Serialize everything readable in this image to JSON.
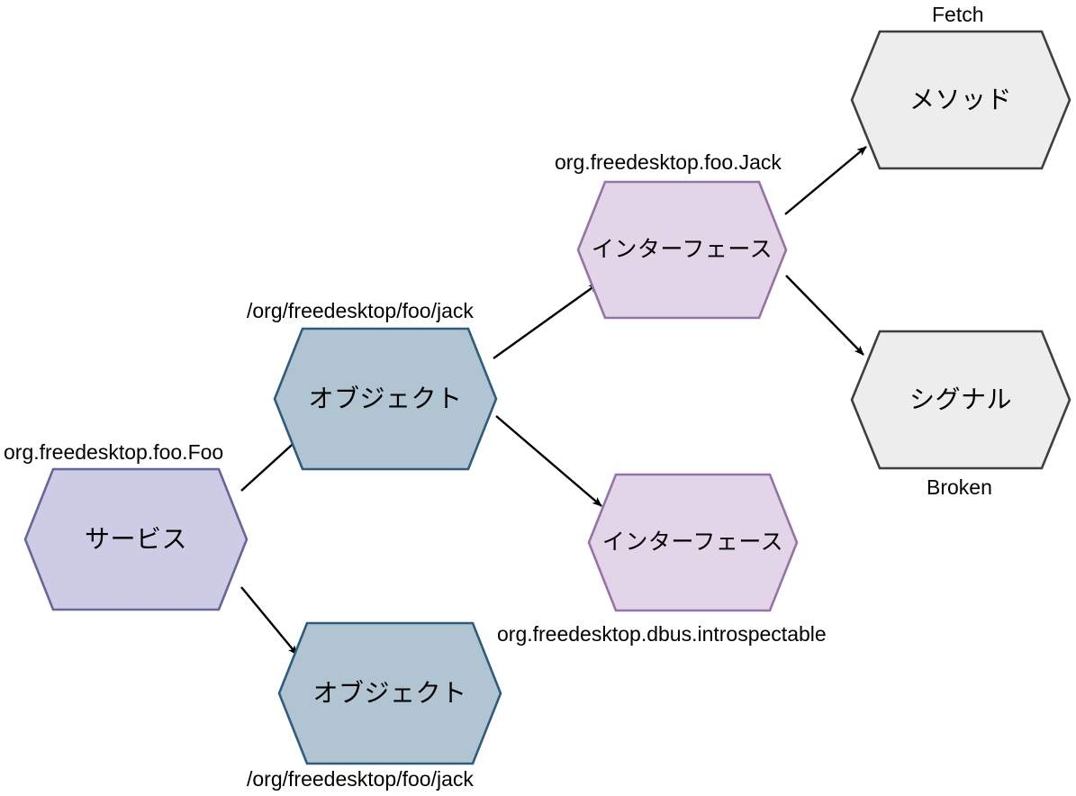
{
  "diagram": {
    "title": "D-Bus object model hexagon diagram",
    "background": "#ffffff",
    "palette": {
      "service_fill": "#CCCCE5",
      "service_stroke": "#66669B",
      "object_fill": "#B1C4D2",
      "object_stroke": "#2E5C7E",
      "interface_fill": "#E2D5E8",
      "interface_stroke": "#9673A6",
      "plain_fill": "#EDEDED",
      "plain_stroke": "#3F3F3F",
      "edge_color": "#000000",
      "text_color": "#000000"
    },
    "nodes": [
      {
        "id": "service",
        "label": "サービス",
        "caption": "org.freedesktop.foo.Foo",
        "caption_position": "top-left",
        "fill": "#CCCCE5",
        "stroke": "#66669B"
      },
      {
        "id": "object-top",
        "label": "オブジェクト",
        "caption": "/org/freedesktop/foo/jack",
        "caption_position": "top",
        "fill": "#B1C4D2",
        "stroke": "#2E5C7E"
      },
      {
        "id": "object-bottom",
        "label": "オブジェクト",
        "caption": "/org/freedesktop/foo/jack",
        "caption_position": "bottom",
        "fill": "#B1C4D2",
        "stroke": "#2E5C7E"
      },
      {
        "id": "interface-jack",
        "label": "インターフェース",
        "caption": "org.freedesktop.foo.Jack",
        "caption_position": "top-left",
        "fill": "#E2D5E8",
        "stroke": "#9673A6"
      },
      {
        "id": "interface-introspectable",
        "label": "インターフェース",
        "caption": "org.freedesktop.dbus.introspectable",
        "caption_position": "bottom-left",
        "fill": "#E2D5E8",
        "stroke": "#9673A6"
      },
      {
        "id": "method",
        "label": "メソッド",
        "caption": "Fetch",
        "caption_position": "top",
        "fill": "#EDEDED",
        "stroke": "#3F3F3F"
      },
      {
        "id": "signal",
        "label": "シグナル",
        "caption": "Broken",
        "caption_position": "bottom",
        "fill": "#EDEDED",
        "stroke": "#3F3F3F"
      }
    ],
    "edges": [
      {
        "from": "service",
        "to": "object-top",
        "style": "solid-arrow"
      },
      {
        "from": "service",
        "to": "object-bottom",
        "style": "solid-arrow"
      },
      {
        "from": "object-top",
        "to": "interface-jack",
        "style": "solid-arrow"
      },
      {
        "from": "object-top",
        "to": "interface-introspectable",
        "style": "solid-arrow"
      },
      {
        "from": "interface-jack",
        "to": "method",
        "style": "solid-arrow"
      },
      {
        "from": "interface-jack",
        "to": "signal",
        "style": "solid-arrow"
      }
    ]
  }
}
